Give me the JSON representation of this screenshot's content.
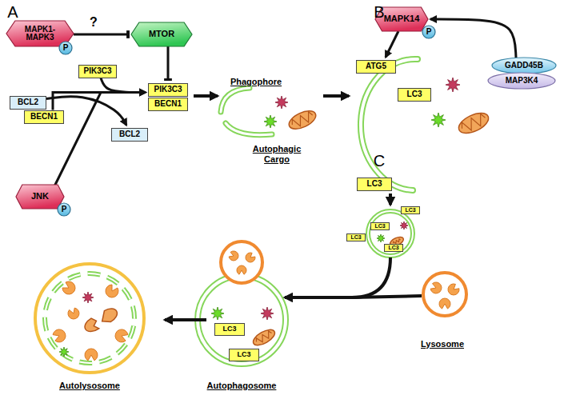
{
  "diagram": {
    "nodes": [
      {
        "text": [
          "MAPK1- MAPK3"
        ]
      },
      {
        "text": [
          "P"
        ]
      },
      {
        "text": [
          "MTOR"
        ]
      },
      {
        "text": [
          "PIK3C3"
        ]
      },
      {
        "text": [
          "BCL2"
        ]
      },
      {
        "text": [
          "BECN1"
        ]
      },
      {
        "text": [
          "PIK3C3"
        ]
      },
      {
        "text": [
          "BECN1"
        ]
      },
      {
        "text": [
          "BCL2"
        ]
      },
      {
        "text": [
          "JNK"
        ]
      },
      {
        "text": [
          "P"
        ]
      },
      {
        "text": [
          "MAPK14"
        ]
      },
      {
        "text": [
          "P"
        ]
      },
      {
        "text": [
          "ATG5"
        ]
      },
      {
        "text": [
          "LC3"
        ]
      },
      {
        "text": [
          "LC3"
        ]
      },
      {
        "text": [
          "GADD45B"
        ]
      },
      {
        "text": [
          "MAP3K4"
        ]
      },
      {
        "text": [
          "LC3"
        ]
      },
      {
        "text": [
          "LC3"
        ]
      },
      {
        "text": [
          "LC3"
        ]
      },
      {
        "text": [
          "LC3"
        ]
      },
      {
        "text": [
          "LC3"
        ]
      },
      {
        "text": [
          "LC3"
        ]
      }
    ],
    "edges": [
      {
        "from": 0,
        "to": 2,
        "arrow": "to",
        "label": "?"
      },
      {
        "from": 2,
        "to": 6,
        "arrow": "to"
      },
      {
        "from": 5,
        "to": 6,
        "arrow": "to"
      },
      {
        "from": 3,
        "to": 6,
        "arrow": "to"
      },
      {
        "from": 4,
        "to": 8,
        "arrow": "to"
      },
      {
        "from": 9,
        "to": 6,
        "arrow": "to"
      },
      {
        "from": 11,
        "to": 13,
        "arrow": "to"
      },
      {
        "from": 16,
        "to": 11,
        "arrow": "to"
      }
    ],
    "labels": [
      "A",
      "B",
      "C",
      "Phagophore",
      "Autophagic Cargo",
      "Autophagosome",
      "Lysosome",
      "Autolysosome"
    ]
  }
}
